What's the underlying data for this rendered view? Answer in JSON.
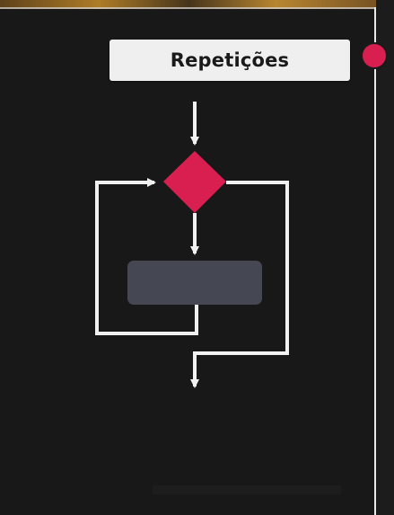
{
  "slide": {
    "title": "Repetições"
  },
  "colors": {
    "background": "#181818",
    "title_box": "#efefef",
    "decision": "#d91f4f",
    "process": "#454753",
    "arrow": "#f1f1f1",
    "timeline_dot": "#d91f4f"
  },
  "diagram": {
    "type": "flowchart",
    "nodes": [
      {
        "id": "decision",
        "shape": "diamond",
        "label": ""
      },
      {
        "id": "process",
        "shape": "rounded-rect",
        "label": ""
      }
    ],
    "edges": [
      {
        "from": "entry",
        "to": "decision"
      },
      {
        "from": "decision",
        "to": "process"
      },
      {
        "from": "process",
        "to": "decision",
        "kind": "loop-back"
      },
      {
        "from": "decision",
        "to": "exit",
        "kind": "loop-exit"
      }
    ]
  }
}
